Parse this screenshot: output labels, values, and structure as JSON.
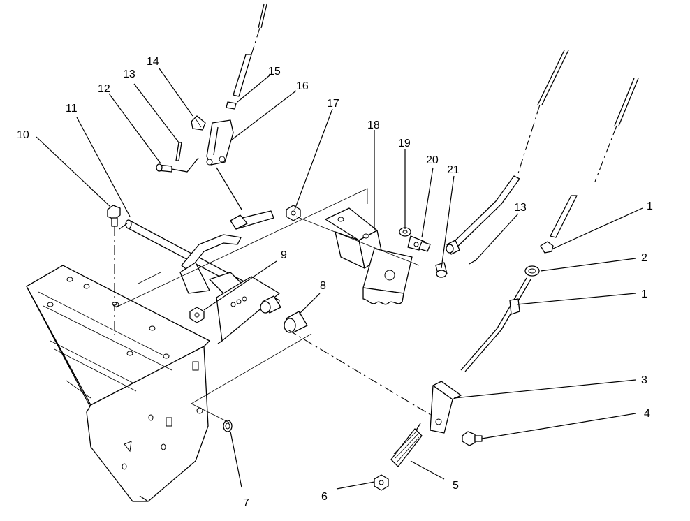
{
  "callouts": [
    "1",
    "1",
    "2",
    "3",
    "4",
    "5",
    "6",
    "7",
    "8",
    "9",
    "10",
    "11",
    "12",
    "13",
    "13",
    "14",
    "15",
    "16",
    "17",
    "18",
    "19",
    "20",
    "21"
  ],
  "colors": {
    "ink": "#000000",
    "paper": "#ffffff"
  }
}
